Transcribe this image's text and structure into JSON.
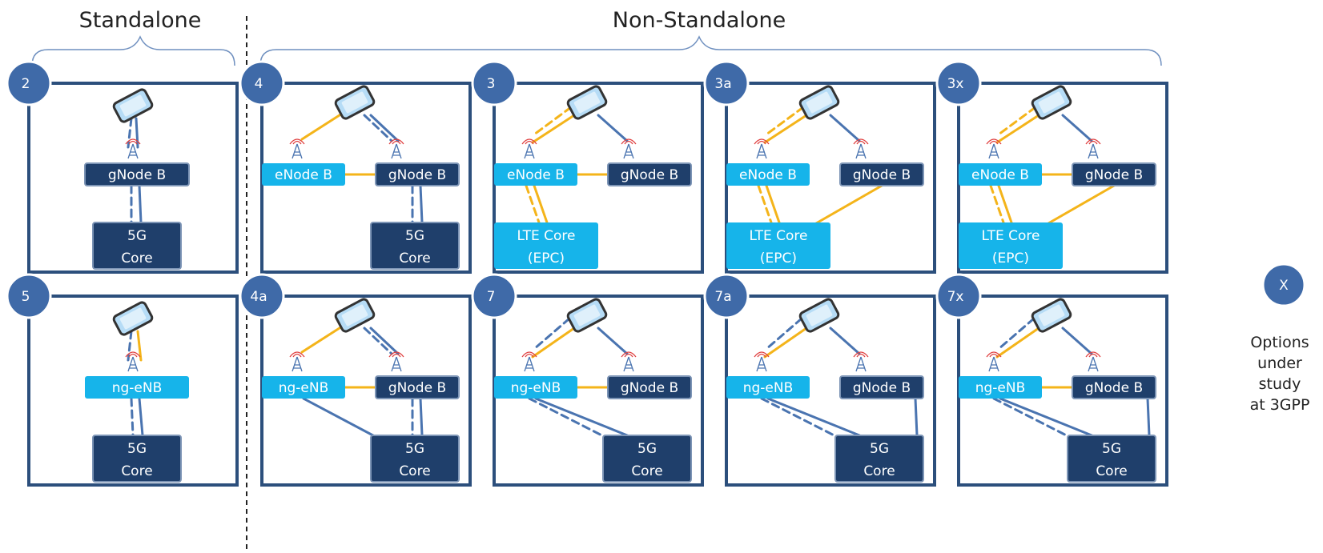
{
  "headers": {
    "standalone": "Standalone",
    "non_standalone": "Non-Standalone"
  },
  "colors": {
    "frame": "#2c4f7c",
    "badge": "#3f6aa8",
    "node_dark": "#1f3f6b",
    "node_light": "#16b4ea",
    "link_yellow": "#f4b41a",
    "link_blue": "#4a74b0",
    "phone": "#b6dcf6"
  },
  "icons": [
    "phone-icon",
    "antenna-icon"
  ],
  "options": [
    {
      "id": "opt-2",
      "badge": "2",
      "row": 0,
      "col": 0,
      "nodes": [
        {
          "key": "g1",
          "label": "gNode  B",
          "style": "dark"
        },
        {
          "key": "c1",
          "label": "5G|Core",
          "style": "dark"
        }
      ],
      "links": []
    },
    {
      "id": "opt-4",
      "badge": "4",
      "row": 0,
      "col": 1,
      "nodes": [
        {
          "key": "e1",
          "label": "eNode B",
          "style": "light"
        },
        {
          "key": "g1",
          "label": "gNode B",
          "style": "dark"
        },
        {
          "key": "c1",
          "label": "5G|Core",
          "style": "dark"
        }
      ],
      "links": []
    },
    {
      "id": "opt-3",
      "badge": "3",
      "row": 0,
      "col": 2,
      "nodes": [
        {
          "key": "e1",
          "label": "eNode B",
          "style": "light"
        },
        {
          "key": "g1",
          "label": "gNode B",
          "style": "dark"
        },
        {
          "key": "c1",
          "label": "LTE Core|(EPC)",
          "style": "light"
        }
      ],
      "links": []
    },
    {
      "id": "opt-3a",
      "badge": "3a",
      "row": 0,
      "col": 3,
      "nodes": [
        {
          "key": "e1",
          "label": "eNode B",
          "style": "light"
        },
        {
          "key": "g1",
          "label": "gNode B",
          "style": "dark"
        },
        {
          "key": "c1",
          "label": "LTE Core|(EPC)",
          "style": "light"
        }
      ],
      "links": []
    },
    {
      "id": "opt-3x",
      "badge": "3x",
      "row": 0,
      "col": 4,
      "nodes": [
        {
          "key": "e1",
          "label": "eNode B",
          "style": "light"
        },
        {
          "key": "g1",
          "label": "gNode B",
          "style": "dark"
        },
        {
          "key": "c1",
          "label": "LTE Core|(EPC)",
          "style": "light"
        }
      ],
      "links": []
    },
    {
      "id": "opt-5",
      "badge": "5",
      "row": 1,
      "col": 0,
      "nodes": [
        {
          "key": "n1",
          "label": "ng-eNB",
          "style": "light"
        },
        {
          "key": "c1",
          "label": "5G|Core",
          "style": "dark"
        }
      ],
      "links": []
    },
    {
      "id": "opt-4a",
      "badge": "4a",
      "row": 1,
      "col": 1,
      "nodes": [
        {
          "key": "n1",
          "label": "ng-eNB",
          "style": "light"
        },
        {
          "key": "g1",
          "label": "gNode B",
          "style": "dark"
        },
        {
          "key": "c1",
          "label": "5G|Core",
          "style": "dark"
        }
      ],
      "links": []
    },
    {
      "id": "opt-7",
      "badge": "7",
      "row": 1,
      "col": 2,
      "nodes": [
        {
          "key": "n1",
          "label": "ng-eNB",
          "style": "light"
        },
        {
          "key": "g1",
          "label": "gNode B",
          "style": "dark"
        },
        {
          "key": "c1",
          "label": "5G|Core",
          "style": "dark"
        }
      ],
      "links": []
    },
    {
      "id": "opt-7a",
      "badge": "7a",
      "row": 1,
      "col": 3,
      "nodes": [
        {
          "key": "n1",
          "label": "ng-eNB",
          "style": "light"
        },
        {
          "key": "g1",
          "label": "gNode B",
          "style": "dark"
        },
        {
          "key": "c1",
          "label": "5G|Core",
          "style": "dark"
        }
      ],
      "links": []
    },
    {
      "id": "opt-7x",
      "badge": "7x",
      "row": 1,
      "col": 4,
      "nodes": [
        {
          "key": "n1",
          "label": "ng-eNB",
          "style": "light"
        },
        {
          "key": "g1",
          "label": "gNode B",
          "style": "dark"
        },
        {
          "key": "c1",
          "label": "5G|Core",
          "style": "dark"
        }
      ],
      "links": []
    }
  ],
  "study": {
    "badge": "X",
    "note": [
      "Options",
      "under",
      "study",
      "at 3GPP"
    ]
  }
}
